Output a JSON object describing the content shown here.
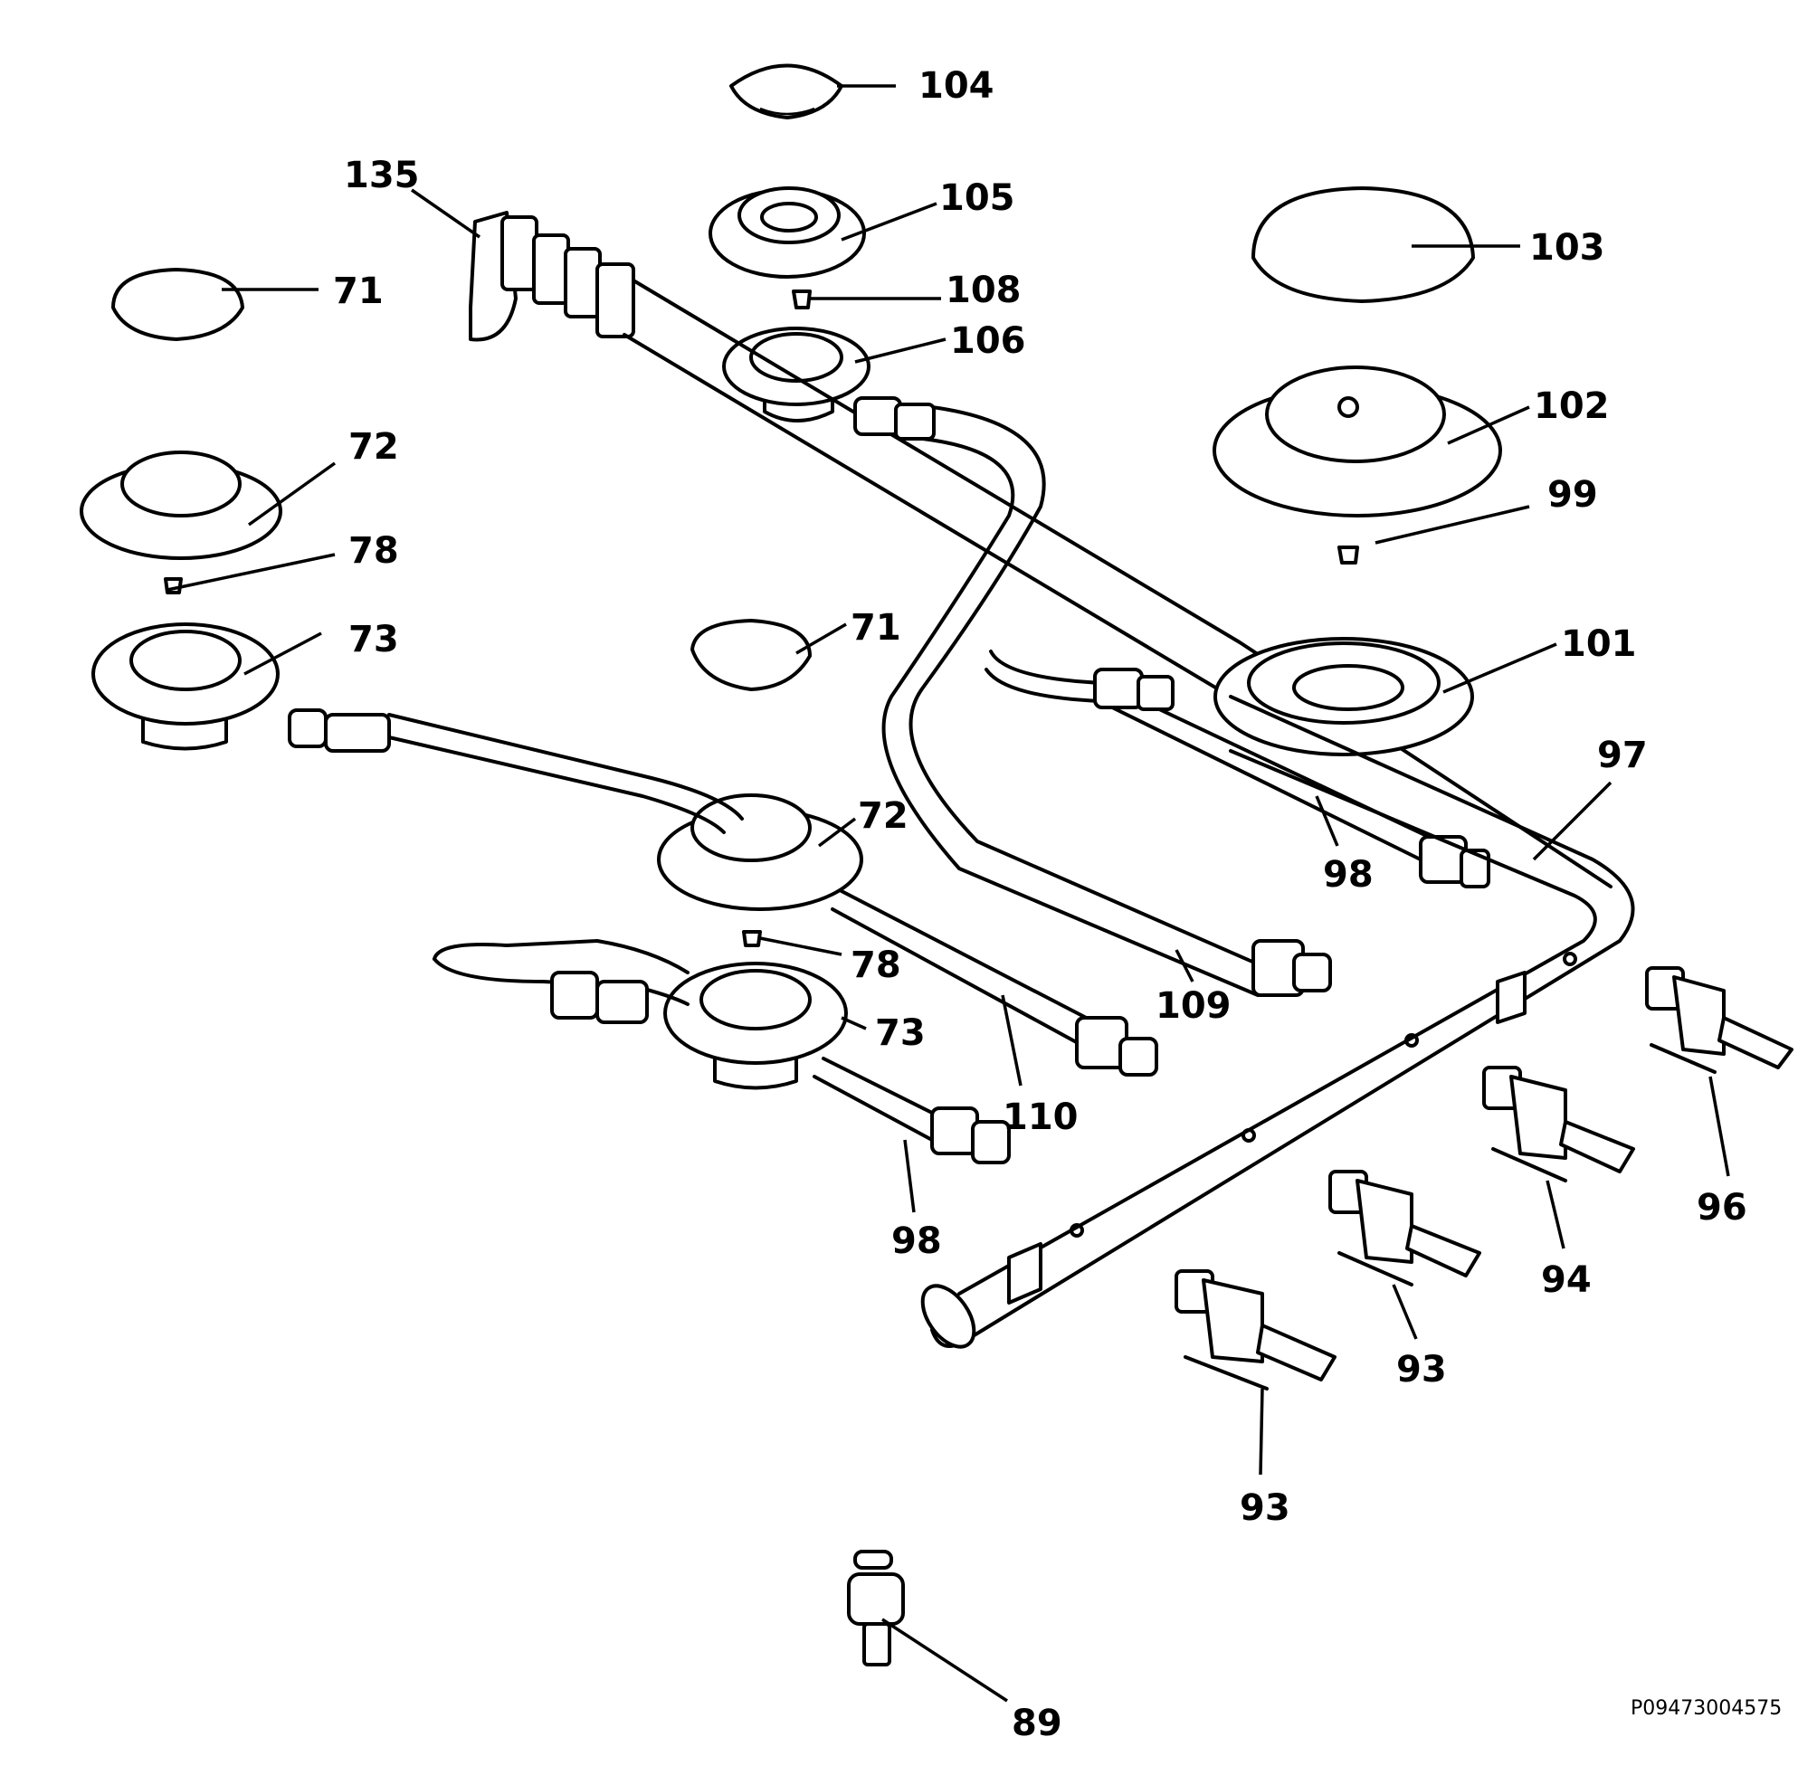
{
  "diagram": {
    "code": "P09473004575",
    "labels": [
      {
        "id": "104",
        "text": "104"
      },
      {
        "id": "135",
        "text": "135"
      },
      {
        "id": "105",
        "text": "105"
      },
      {
        "id": "103",
        "text": "103"
      },
      {
        "id": "71a",
        "text": "71"
      },
      {
        "id": "108",
        "text": "108"
      },
      {
        "id": "106",
        "text": "106"
      },
      {
        "id": "102",
        "text": "102"
      },
      {
        "id": "72a",
        "text": "72"
      },
      {
        "id": "99",
        "text": "99"
      },
      {
        "id": "78a",
        "text": "78"
      },
      {
        "id": "73a",
        "text": "73"
      },
      {
        "id": "71b",
        "text": "71"
      },
      {
        "id": "101",
        "text": "101"
      },
      {
        "id": "97",
        "text": "97"
      },
      {
        "id": "72b",
        "text": "72"
      },
      {
        "id": "98a",
        "text": "98"
      },
      {
        "id": "78b",
        "text": "78"
      },
      {
        "id": "73b",
        "text": "73"
      },
      {
        "id": "109",
        "text": "109"
      },
      {
        "id": "110",
        "text": "110"
      },
      {
        "id": "96",
        "text": "96"
      },
      {
        "id": "98b",
        "text": "98"
      },
      {
        "id": "94",
        "text": "94"
      },
      {
        "id": "93a",
        "text": "93"
      },
      {
        "id": "93b",
        "text": "93"
      },
      {
        "id": "89",
        "text": "89"
      }
    ]
  }
}
